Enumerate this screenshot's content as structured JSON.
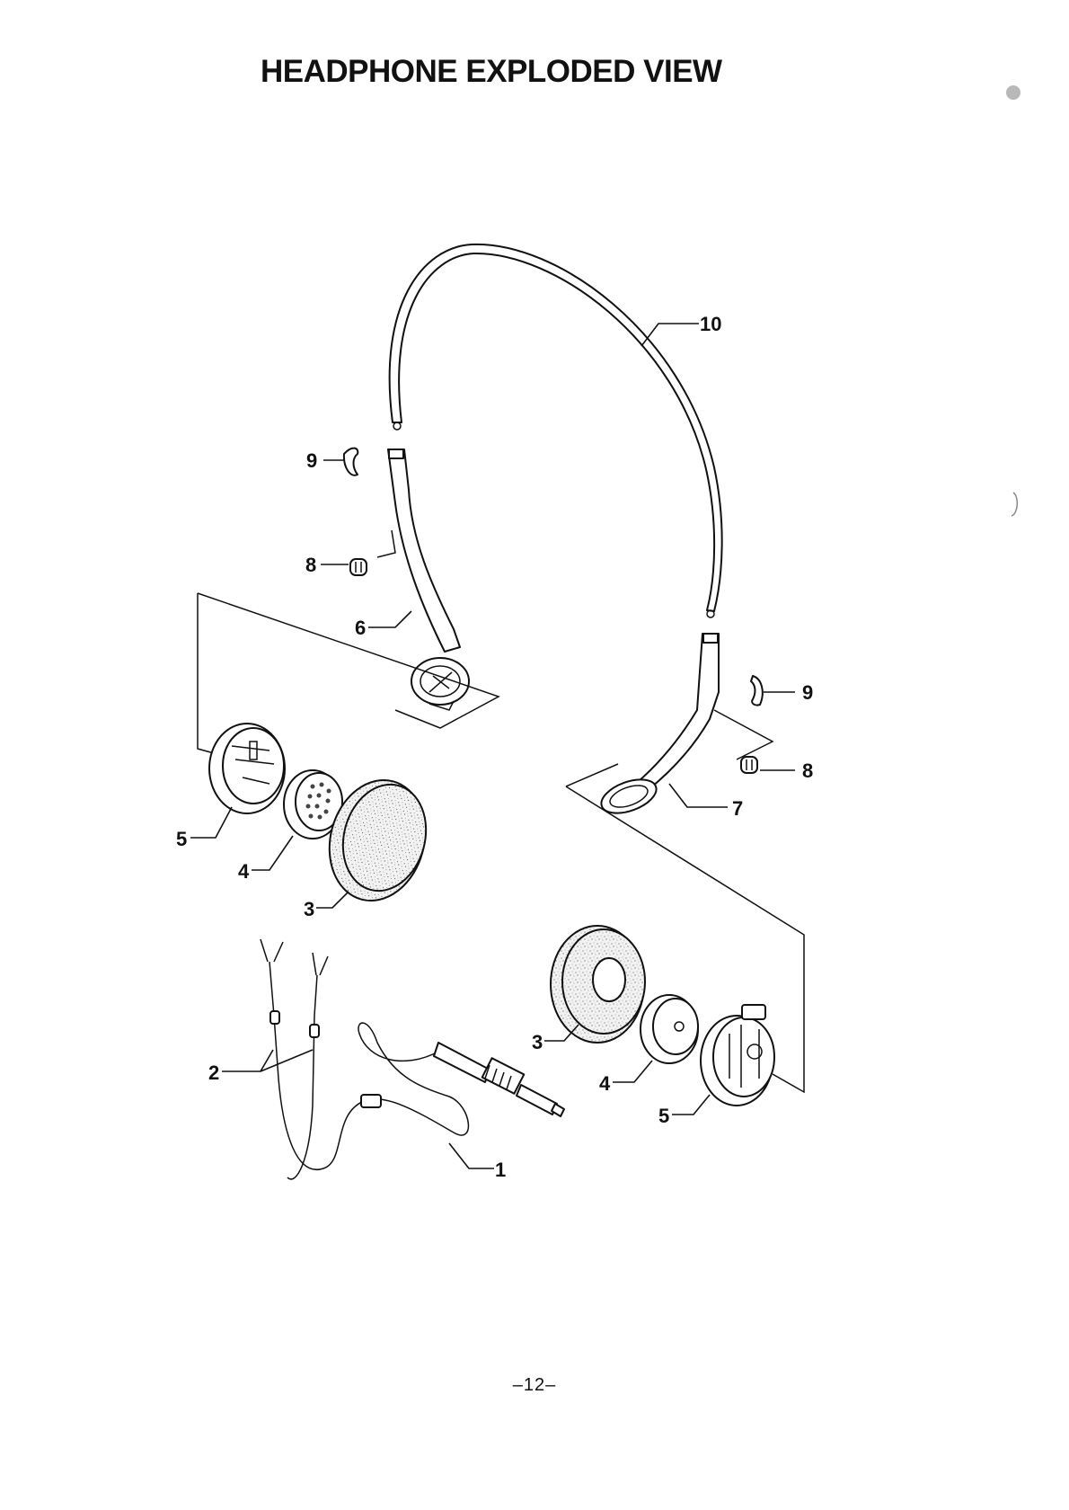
{
  "page": {
    "title": "HEADPHONE EXPLODED VIEW",
    "page_number": "–12–"
  },
  "callouts": [
    {
      "id": "c1",
      "label": "1"
    },
    {
      "id": "c2",
      "label": "2"
    },
    {
      "id": "c3a",
      "label": "3"
    },
    {
      "id": "c3b",
      "label": "3"
    },
    {
      "id": "c4a",
      "label": "4"
    },
    {
      "id": "c4b",
      "label": "4"
    },
    {
      "id": "c5a",
      "label": "5"
    },
    {
      "id": "c5b",
      "label": "5"
    },
    {
      "id": "c6",
      "label": "6"
    },
    {
      "id": "c7",
      "label": "7"
    },
    {
      "id": "c8a",
      "label": "8"
    },
    {
      "id": "c8b",
      "label": "8"
    },
    {
      "id": "c9a",
      "label": "9"
    },
    {
      "id": "c9b",
      "label": "9"
    },
    {
      "id": "c10",
      "label": "10"
    }
  ]
}
